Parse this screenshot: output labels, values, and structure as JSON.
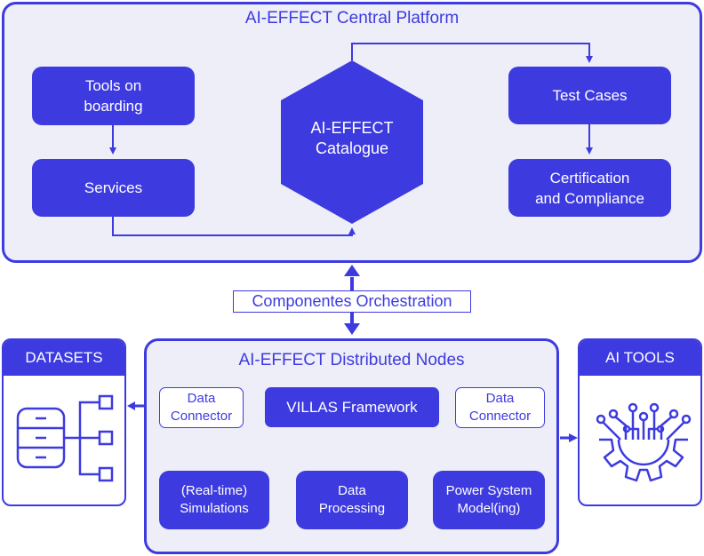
{
  "central": {
    "title": "AI-EFFECT Central Platform",
    "tools_onboarding": "Tools on\nboarding",
    "services": "Services",
    "catalogue": "AI-EFFECT\nCatalogue",
    "test_cases": "Test Cases",
    "certification": "Certification\nand Compliance"
  },
  "orchestration_label": "Componentes Orchestration",
  "distributed": {
    "title": "AI-EFFECT Distributed Nodes",
    "data_connector_left": "Data\nConnector",
    "villas": "VILLAS Framework",
    "data_connector_right": "Data\nConnector",
    "simulations": "(Real-time)\nSimulations",
    "processing": "Data\nProcessing",
    "power_system": "Power System\nModel(ing)"
  },
  "datasets": {
    "title": "DATASETS",
    "icon": "database-icon"
  },
  "ai_tools": {
    "title": "AI TOOLS",
    "icon": "gear-circuit-icon"
  },
  "colors": {
    "accent": "#3d3ae0",
    "panel": "#eeeef8"
  }
}
